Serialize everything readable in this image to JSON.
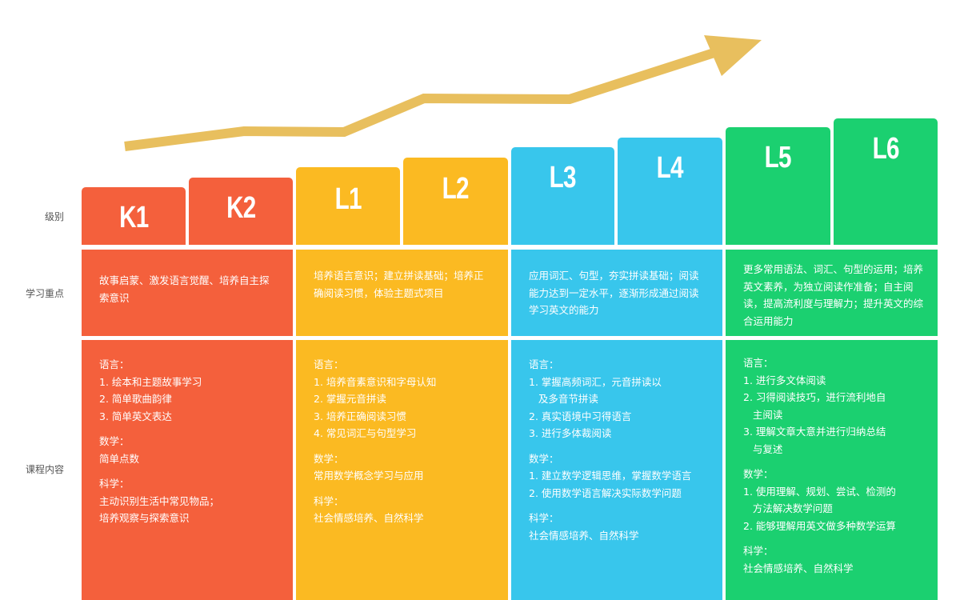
{
  "colors": {
    "arrow": "#e8bf5e",
    "red": "#f4603c",
    "yellow": "#fbba22",
    "blue": "#38c6ec",
    "green": "#1bd070"
  },
  "row_labels": {
    "level": "级别",
    "focus": "学习重点",
    "content": "课程内容"
  },
  "levels": [
    "K1",
    "K2",
    "L1",
    "L2",
    "L3",
    "L4",
    "L5",
    "L6"
  ],
  "groups": [
    {
      "focus": "故事启蒙、激发语言觉醒、培养自主探索意识",
      "content": [
        {
          "title": "语言：",
          "items": [
            "1. 绘本和主题故事学习",
            "2. 简单歌曲韵律",
            "3. 简单英文表达"
          ]
        },
        {
          "title": "数学：",
          "items": [
            "简单点数"
          ]
        },
        {
          "title": "科学：",
          "items": [
            "主动识别生活中常见物品；",
            "培养观察与探索意识"
          ]
        }
      ]
    },
    {
      "focus": "培养语言意识；建立拼读基础；培养正确阅读习惯，体验主题式项目",
      "content": [
        {
          "title": "语言：",
          "items": [
            "1. 培养音素意识和字母认知",
            "2. 掌握元音拼读",
            "3. 培养正确阅读习惯",
            "4. 常见词汇与句型学习"
          ]
        },
        {
          "title": "数学：",
          "items": [
            "常用数学概念学习与应用"
          ]
        },
        {
          "title": "科学：",
          "items": [
            "社会情感培养、自然科学"
          ]
        }
      ]
    },
    {
      "focus": "应用词汇、句型，夯实拼读基础；阅读能力达到一定水平，逐渐形成通过阅读学习英文的能力",
      "content": [
        {
          "title": "语言：",
          "items": [
            "1. 掌握高频词汇，元音拼读以",
            "   及多音节拼读",
            "2. 真实语境中习得语言",
            "3. 进行多体裁阅读"
          ]
        },
        {
          "title": "数学：",
          "items": [
            "1. 建立数学逻辑思维，掌握数学语言",
            "2. 使用数学语言解决实际数学问题"
          ]
        },
        {
          "title": "科学：",
          "items": [
            "社会情感培养、自然科学"
          ]
        }
      ]
    },
    {
      "focus": "更多常用语法、词汇、句型的运用；培养英文素养，为独立阅读作准备；自主阅读，提高流利度与理解力；提升英文的综合运用能力",
      "content": [
        {
          "title": "语言：",
          "items": [
            "1. 进行多文体阅读",
            "2. 习得阅读技巧，进行流利地自",
            "   主阅读",
            "3. 理解文章大意并进行归纳总结",
            "   与复述"
          ]
        },
        {
          "title": "数学：",
          "items": [
            "1. 使用理解、规划、尝试、检测的",
            "   方法解决数学问题",
            "2. 能够理解用英文做多种数学运算"
          ]
        },
        {
          "title": "科学：",
          "items": [
            "社会情感培养、自然科学"
          ]
        }
      ]
    }
  ]
}
